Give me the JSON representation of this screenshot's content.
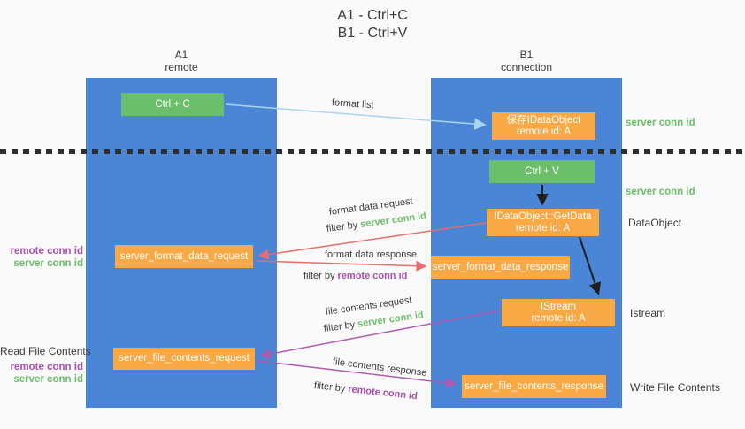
{
  "title": {
    "line1": "A1 - Ctrl+C",
    "line2": "B1 - Ctrl+V"
  },
  "columns": {
    "left": {
      "name": "A1",
      "role": "remote"
    },
    "right": {
      "name": "B1",
      "role": "connection"
    }
  },
  "nodes": {
    "ctrl_c": "Ctrl + C",
    "ctrl_v": "Ctrl + V",
    "save_idataobject_line1": "保存IDataObject",
    "save_idataobject_line2": "remote id: A",
    "getdata_line1": "IDataObject::GetData",
    "getdata_line2": "remote id: A",
    "istream_line1": "IStream",
    "istream_line2": "remote id: A",
    "server_format_data_request": "server_format_data_request",
    "server_format_data_response": "server_format_data_response",
    "server_file_contents_request": "server_file_contents_request",
    "server_file_contents_response": "server_file_contents_response"
  },
  "arrow_labels": {
    "format_list": "format list",
    "format_data_request": "format data request",
    "format_data_response": "format data response",
    "file_contents_request": "file contents request",
    "file_contents_response": "file contents response",
    "filter_by": "filter by ",
    "server_conn_id": "server conn id",
    "remote_conn_id": "remote conn id"
  },
  "side_labels": {
    "server_conn_id_top": "server conn id",
    "server_conn_id_mid": "server conn id",
    "dataobject": "DataObject",
    "istream": "Istream",
    "write_file_contents": "Write File Contents",
    "read_file_contents": "Read File Contents",
    "remote_conn_id_top": "remote conn id",
    "server_conn_id_left_top": "server conn id",
    "remote_conn_id_bottom": "remote conn id",
    "server_conn_id_left_bottom": "server conn id"
  },
  "colors": {
    "background": "#fafafa",
    "lifeline_blue": "#4a85d6",
    "node_green": "#6cbf6a",
    "node_orange": "#f8a844",
    "arrow_light_blue": "#a9d5ee",
    "arrow_red": "#e96c6c",
    "arrow_purple": "#b05ab0",
    "arrow_black": "#1f1f1f",
    "text_green": "#6cbf6a",
    "text_purple": "#a94fae",
    "text_dark": "#3a3a3a"
  }
}
